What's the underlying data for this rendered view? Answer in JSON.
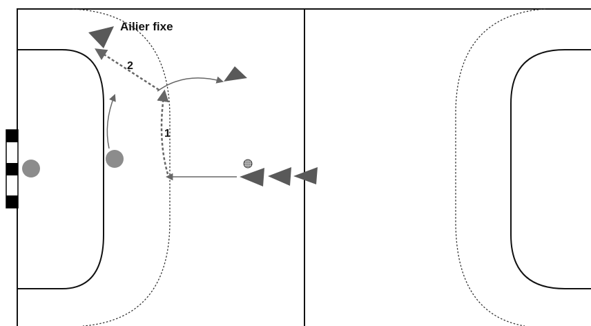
{
  "diagram": {
    "title_label": "Ailier fixe",
    "step_labels": [
      "1",
      "2"
    ]
  },
  "colors": {
    "court_line": "#111111",
    "free_throw_line": "#333333",
    "attacker": "#595959",
    "defender": "#8c8c8c",
    "movement_arrow": "#666666",
    "ball": "#7a7a7a"
  },
  "legend_icons": {
    "attacker": "triangle-icon",
    "defender": "circle-icon",
    "ball": "ball-icon",
    "goal": "goal-icon"
  }
}
